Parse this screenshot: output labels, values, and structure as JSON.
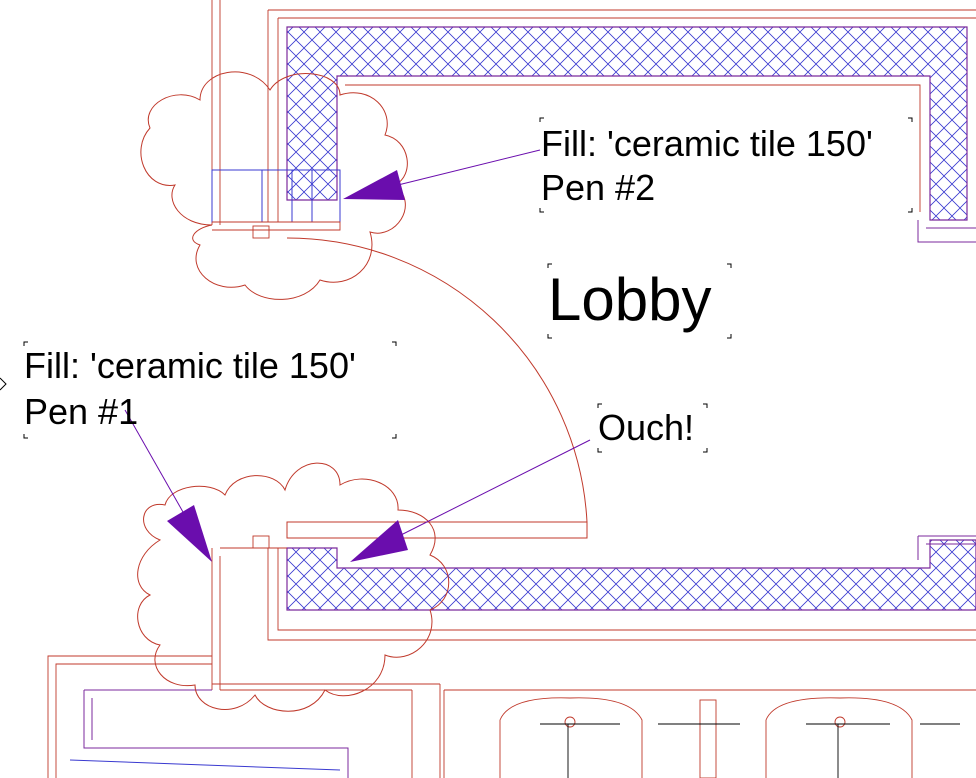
{
  "drawing": {
    "annotations": [
      {
        "line1": "Fill: 'ceramic tile 150'",
        "line2": "Pen #2"
      },
      {
        "line1": "Fill: 'ceramic tile 150'",
        "line2": "Pen #1"
      },
      {
        "line1": "Ouch!"
      }
    ],
    "room_label": "Lobby"
  },
  "colors": {
    "wall_line": "#7b2a9c",
    "wall_hatch": "#3a3ad0",
    "door_swing": "#c0392b",
    "revision_cloud": "#c0392b",
    "arrow_fill": "#6a0dad",
    "text": "#000000"
  }
}
